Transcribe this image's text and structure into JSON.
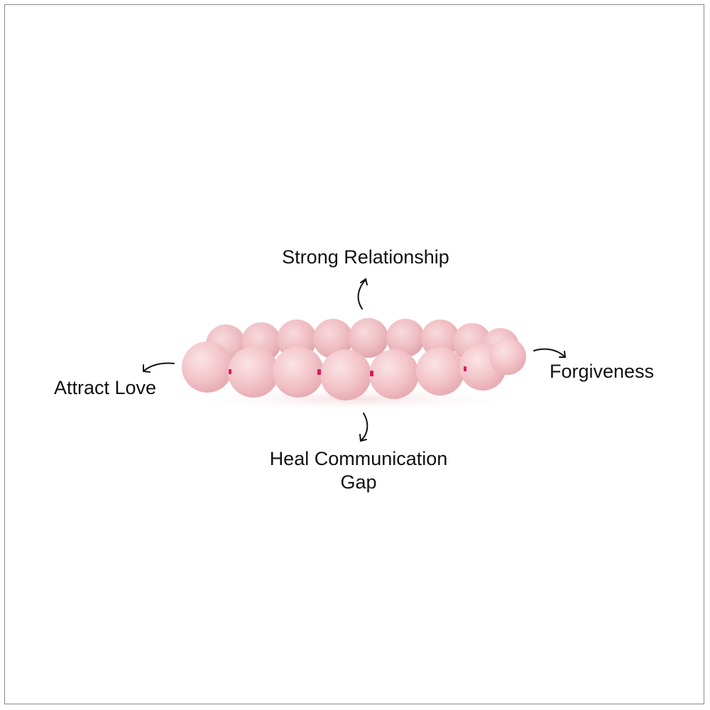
{
  "product": {
    "name": "rose-quartz-bead-bracelet",
    "bead_color": "#f2c4c9",
    "thread_color": "#d81b60"
  },
  "benefits": {
    "top": "Strong Relationship",
    "left": "Attract Love",
    "right": "Forgiveness",
    "bottom_line1": "Heal Communication",
    "bottom_line2": "Gap"
  },
  "icons": {
    "arrow": "curved-arrow-icon"
  }
}
